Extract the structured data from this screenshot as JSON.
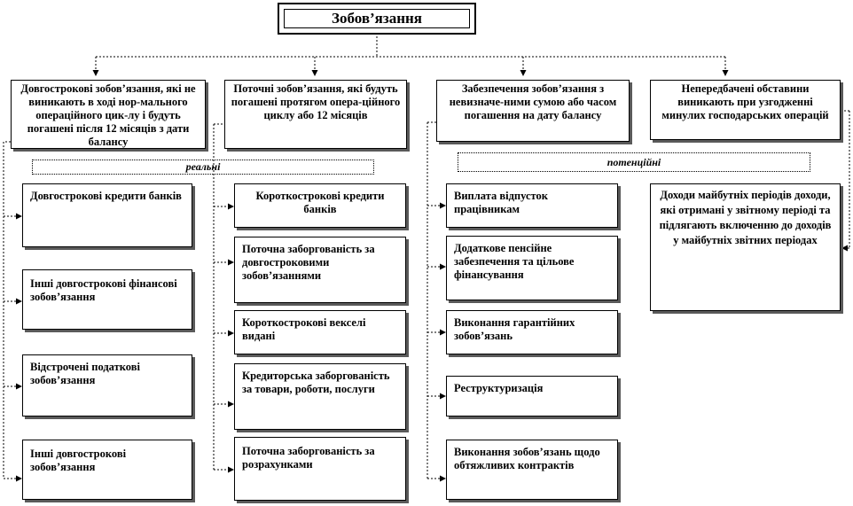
{
  "title": "Зобов’язання",
  "groups": {
    "real": "реальні",
    "potential": "потенційні"
  },
  "categories": {
    "longterm": "Довгострокові зобов’язання, які не виникають в ході нор-мального операційного цик-лу і будуть погашені після 12 місяців з дати балансу",
    "current": "Поточні зобов’язання, які будуть погашені протягом опера-ційного циклу або 12 місяців",
    "provisions": "Забезпечення зобов’язання з невизначе-ними сумою або часом погашення на дату балансу",
    "contingent": "Непередбачені обставини виникають при узгодженні минулих господарських операцій"
  },
  "longterm_items": [
    "Довгострокові кредити банків",
    "Інші довгострокові фінансові зобов’язання",
    "Відстрочені податкові зобов’язання",
    "Інші довгострокові зобов’язання"
  ],
  "current_items": [
    "Короткострокові кредити банків",
    "Поточна заборгованість за довгостроковими зобов’язаннями",
    "Короткострокові векселі видані",
    "Кредиторська заборгованість за товари, роботи, послуги",
    "Поточна заборгованість за розрахунками"
  ],
  "provision_items": [
    "Виплата відпусток працівникам",
    "Додаткове пенсійне забезпечення та цільове фінансування",
    "Виконання гарантійних зобов’язань",
    "Реструктуризація",
    "Виконання зобов’язань щодо обтяжливих контрактів"
  ],
  "deferred_income": "Доходи майбутніх періодів доходи, які отримані у звітному періоді та підлягають включенню до доходів у майбутніх звітних періодах"
}
